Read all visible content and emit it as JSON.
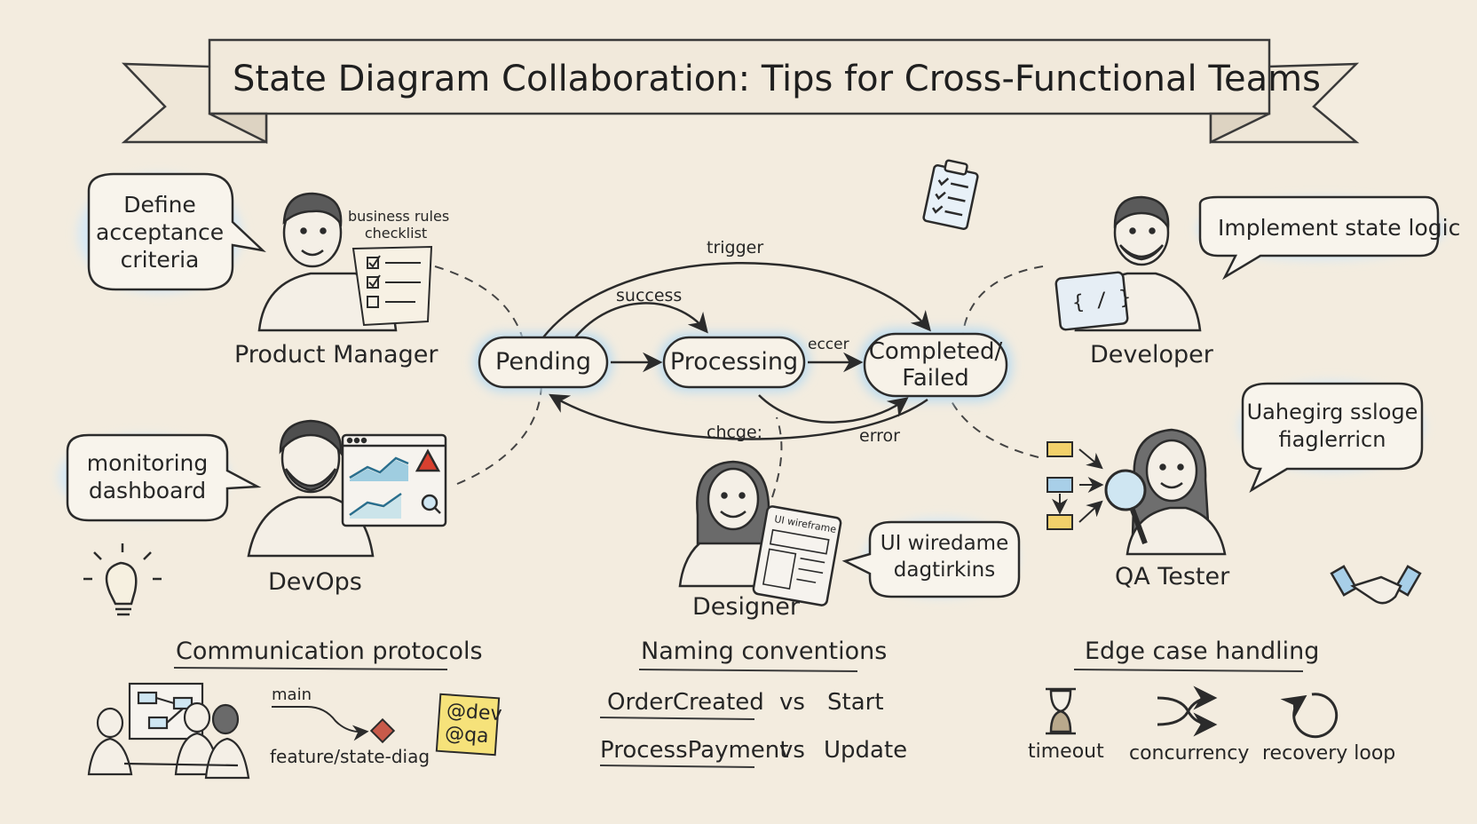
{
  "title": "State Diagram Collaboration: Tips for Cross-Functional Teams",
  "roles": {
    "product_manager": {
      "name": "Product Manager",
      "bubble": [
        "Define",
        "acceptance",
        "criteria"
      ],
      "note": [
        "business rules",
        "checklist"
      ]
    },
    "developer": {
      "name": "Developer",
      "bubble": "Implement state logic",
      "tablet": "{ / }"
    },
    "devops": {
      "name": "DevOps",
      "bubble": [
        "monitoring",
        "dashboard"
      ]
    },
    "designer": {
      "name": "Designer",
      "bubble": [
        "UI wiredame",
        "dagtirkins"
      ],
      "tablet": "UI wireframe"
    },
    "qa_tester": {
      "name": "QA Tester",
      "bubble": [
        "Uahegirg ssloɡe",
        "fiaglerricn"
      ]
    }
  },
  "state_diagram": {
    "states": {
      "pending": "Pending",
      "processing": "Processing",
      "completed": [
        "Completed/",
        "Failed"
      ]
    },
    "edges": {
      "trigger": "trigger",
      "success": "success",
      "error_top": "eccer",
      "change": "chcge:",
      "error": "error"
    }
  },
  "sections": {
    "communication": {
      "heading": "Communication protocols",
      "branch_main": "main",
      "branch_feature": "feature/state-diag",
      "mentions": [
        "@dev",
        "@qa"
      ]
    },
    "naming": {
      "heading": "Naming conventions",
      "rows": [
        {
          "good": "OrderCreated",
          "vs": "vs",
          "bad": "Start"
        },
        {
          "good": "ProcessPayment",
          "vs": "vs",
          "bad": "Update"
        }
      ]
    },
    "edge_cases": {
      "heading": "Edge case handling",
      "items": [
        {
          "icon": "hourglass-icon",
          "label": "timeout"
        },
        {
          "icon": "shuffle-icon",
          "label": "concurrency"
        },
        {
          "icon": "loop-icon",
          "label": "recovery loop"
        }
      ]
    }
  },
  "colors": {
    "background": "#f3ecdf",
    "ink": "#2b2b2b",
    "node_glow": "#bcdcf0",
    "bubble_glow": "#d5e8f5",
    "sticky_note": "#f6e27a",
    "alert_red": "#d8402f",
    "box_yellow": "#f2d16b",
    "box_blue": "#a8cfe8"
  }
}
